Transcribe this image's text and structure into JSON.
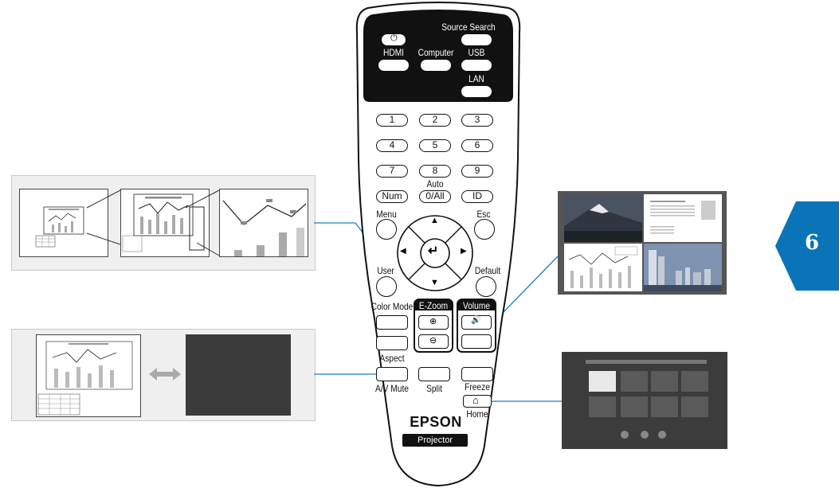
{
  "remote": {
    "brand": "EPSON",
    "product": "Projector",
    "top_buttons": {
      "power_icon": "⏻",
      "source_search": "Source Search",
      "hdmi": "HDMI",
      "computer": "Computer",
      "usb": "USB",
      "lan": "LAN"
    },
    "numpad": [
      "1",
      "2",
      "3",
      "4",
      "5",
      "6",
      "7",
      "8",
      "9"
    ],
    "auto_label": "Auto",
    "num": "Num",
    "zero_all": "0/All",
    "id": "ID",
    "menu": "Menu",
    "esc": "Esc",
    "user": "User",
    "default": "Default",
    "color_mode": "Color Mode",
    "ezoom": "E-Zoom",
    "ezoom_in_icon": "⊕",
    "ezoom_out_icon": "⊖",
    "volume": "Volume",
    "volume_up_icon": "🔊",
    "aspect": "Aspect",
    "av_mute": "A/V Mute",
    "split": "Split",
    "freeze": "Freeze",
    "home": "Home",
    "home_icon": "⌂",
    "enter_icon": "↵",
    "arrow_up": "▲",
    "arrow_down": "▼",
    "arrow_left": "◀",
    "arrow_right": "▶"
  },
  "badge": {
    "number": "6",
    "color": "#0a74b8"
  },
  "callout_color": "#1a7fc0"
}
